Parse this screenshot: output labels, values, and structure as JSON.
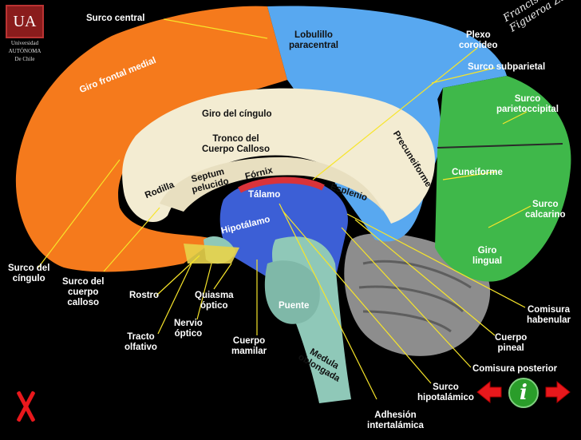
{
  "logo": {
    "initials": "UA",
    "line1": "Universidad",
    "line2": "AUTÓNOMA",
    "line3": "De Chile"
  },
  "signature": "Francisco Javier Figueroa Zapata",
  "labels": {
    "surco_central": "Surco central",
    "lobulillo": "Lobulillo\nparacentral",
    "plexo": "Plexo\ncoroideo",
    "surco_subparietal": "Surco subparietal",
    "surco_parietoccipital": "Surco\nparietoccipital",
    "giro_frontal": "Giro frontal medial",
    "giro_cingulo": "Giro del cíngulo",
    "tronco": "Tronco del\nCuerpo Calloso",
    "precuneiforme": "Precuneiforme",
    "cuneiforme": "Cuneiforme",
    "rodilla": "Rodilla",
    "septum": "Septum\npelucido",
    "fornix": "Fórnix",
    "talamo": "Tálamo",
    "esplenio": "Esplenio",
    "surco_calcarino": "Surco\ncalcarino",
    "hipotalamo": "Hipotálamo",
    "giro_lingual": "Giro\nlingual",
    "surco_cingulo": "Surco del\ncíngulo",
    "surco_cuerpo_calloso": "Surco del\ncuerpo\ncalloso",
    "rostro": "Rostro",
    "quiasma": "Quiasma\nóptico",
    "puente": "Puente",
    "comisura_habenular": "Comisura\nhabenular",
    "nervio_optico": "Nervio\nóptico",
    "tracto_olfativo": "Tracto\nolfativo",
    "cuerpo_mamilar": "Cuerpo\nmamilar",
    "medula": "Medula\noblongada",
    "cuerpo_pineal": "Cuerpo\npineal",
    "comisura_posterior": "Comisura posterior",
    "surco_hipotalamico": "Surco\nhipotalámico",
    "adhesion": "Adhesión\nintertalámica"
  },
  "nav": {
    "info_label": "i"
  },
  "colors": {
    "frontal": "#f57a1c",
    "parietal": "#58a8f0",
    "occipital": "#3fb84a",
    "cingulo": "#f3ecd2",
    "brainstem": "#8fc8b8",
    "thalamus": "#3c5fd6",
    "leader": "#f7e52a"
  }
}
